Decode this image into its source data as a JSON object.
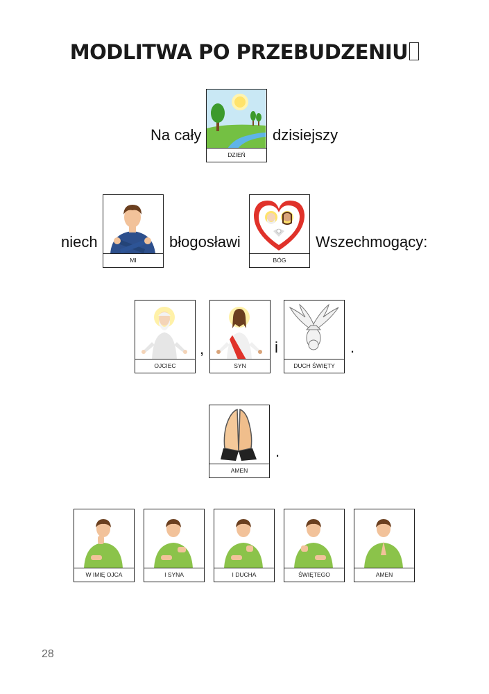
{
  "title": "MODLITWA PO PRZEBUDZENIU",
  "line1": {
    "before": "Na cały",
    "after": "dzisiejszy",
    "card": "DZIEŃ"
  },
  "line2": {
    "w1": "niech",
    "card1": "MI",
    "w2": "błogosławi",
    "card2": "BÓG",
    "w3": "Wszechmogący:"
  },
  "line3": {
    "card1": "OJCIEC",
    "comma": ",",
    "card2": "SYN",
    "conj": "i",
    "card3": "DUCH ŚWIĘTY",
    "dot": "."
  },
  "line4": {
    "card": "AMEN",
    "dot": "."
  },
  "signs": [
    "W IMIĘ OJCA",
    "I SYNA",
    "I DUCHA",
    "ŚWIĘTEGO",
    "AMEN"
  ],
  "page_number": "28",
  "icons": [
    "landscape-day-icon",
    "person-me-icon",
    "trinity-heart-icon",
    "father-icon",
    "jesus-icon",
    "dove-icon",
    "praying-hands-icon",
    "sign-person-icon"
  ]
}
